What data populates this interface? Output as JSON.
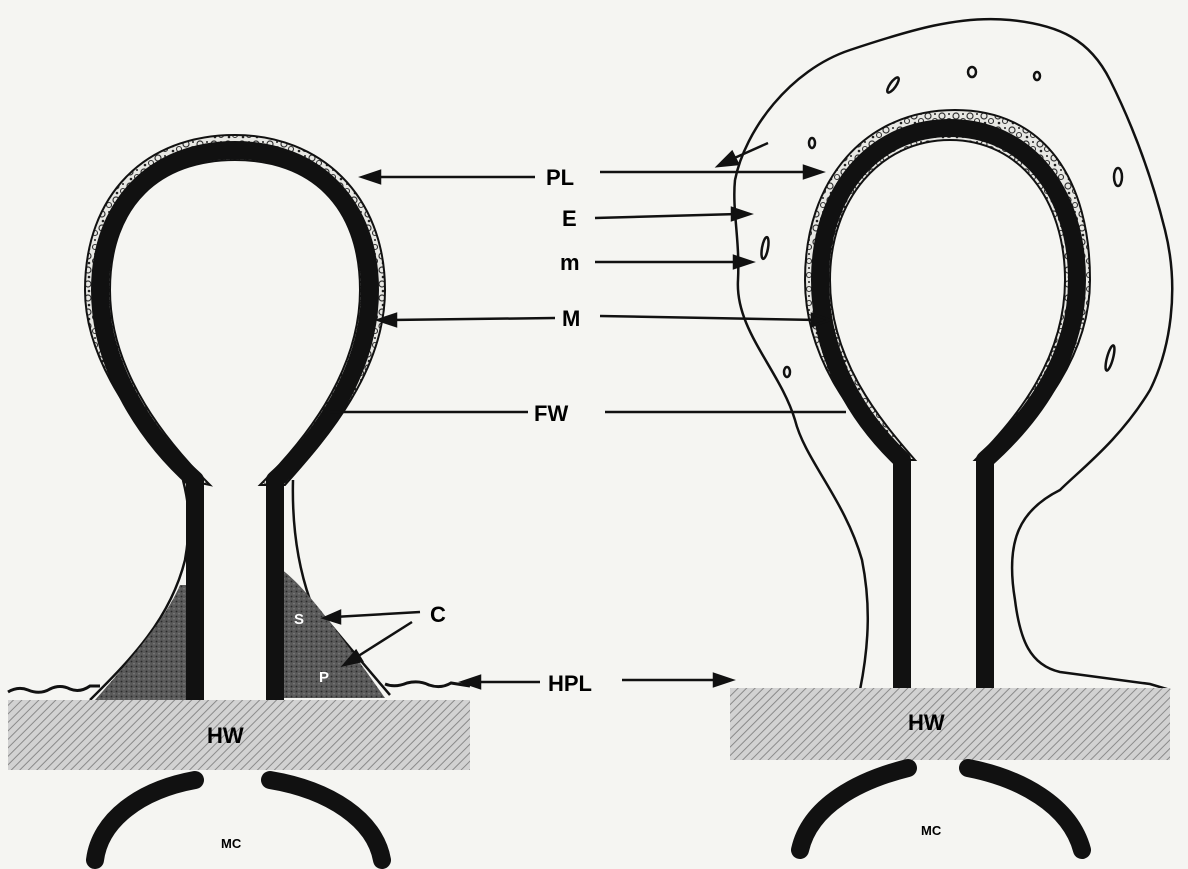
{
  "labels": {
    "pl": "PL",
    "e": "E",
    "m_small": "m",
    "m_big": "M",
    "fw": "FW",
    "c": "C",
    "hpl": "HPL",
    "s": "S",
    "p": "P",
    "hw_left": "HW",
    "hw_right": "HW",
    "mc_left": "MC",
    "mc_right": "MC"
  },
  "colors": {
    "background": "#f5f5f2",
    "ink": "#111111",
    "hatch": "#cfcfcf"
  }
}
